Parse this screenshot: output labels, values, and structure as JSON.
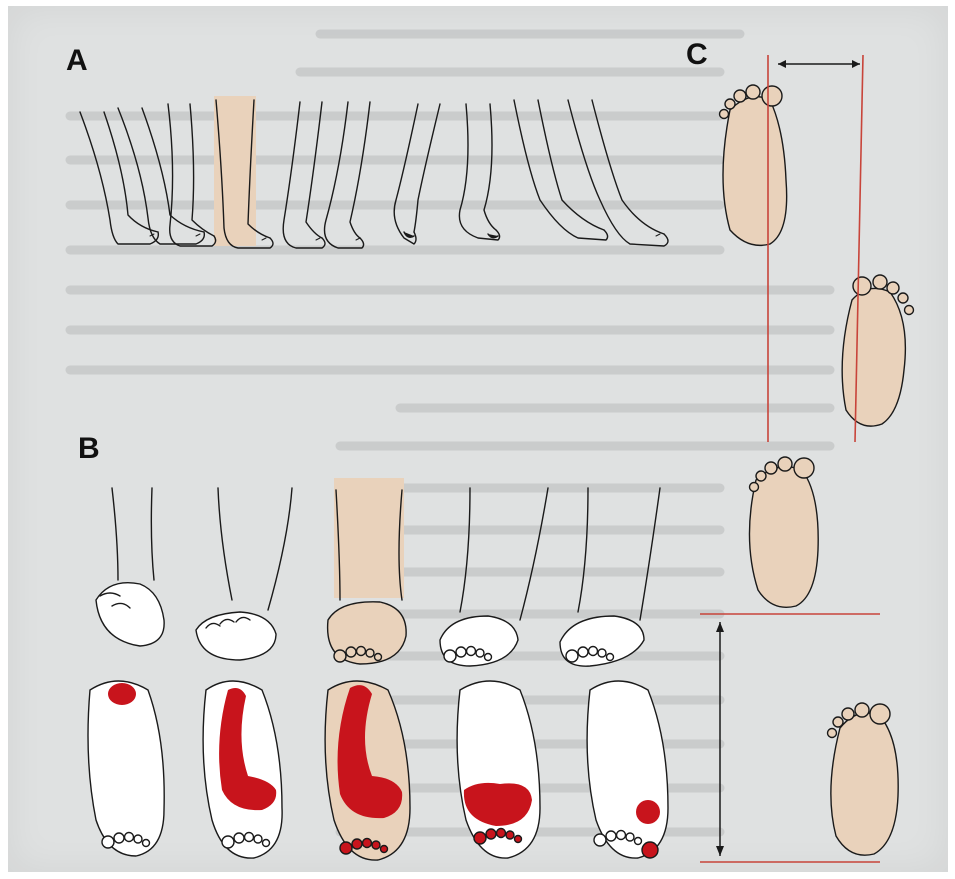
{
  "figure": {
    "panel_labels": {
      "a": "A",
      "b": "B",
      "c": "C"
    },
    "colors": {
      "page": "#dfe1e1",
      "skin_highlight": "#e9d2bb",
      "pressure_red": "#c8141c",
      "guide_line": "#c8443a",
      "outline": "#1a1a1a",
      "bleed_text": "#b9bbbc"
    }
  }
}
